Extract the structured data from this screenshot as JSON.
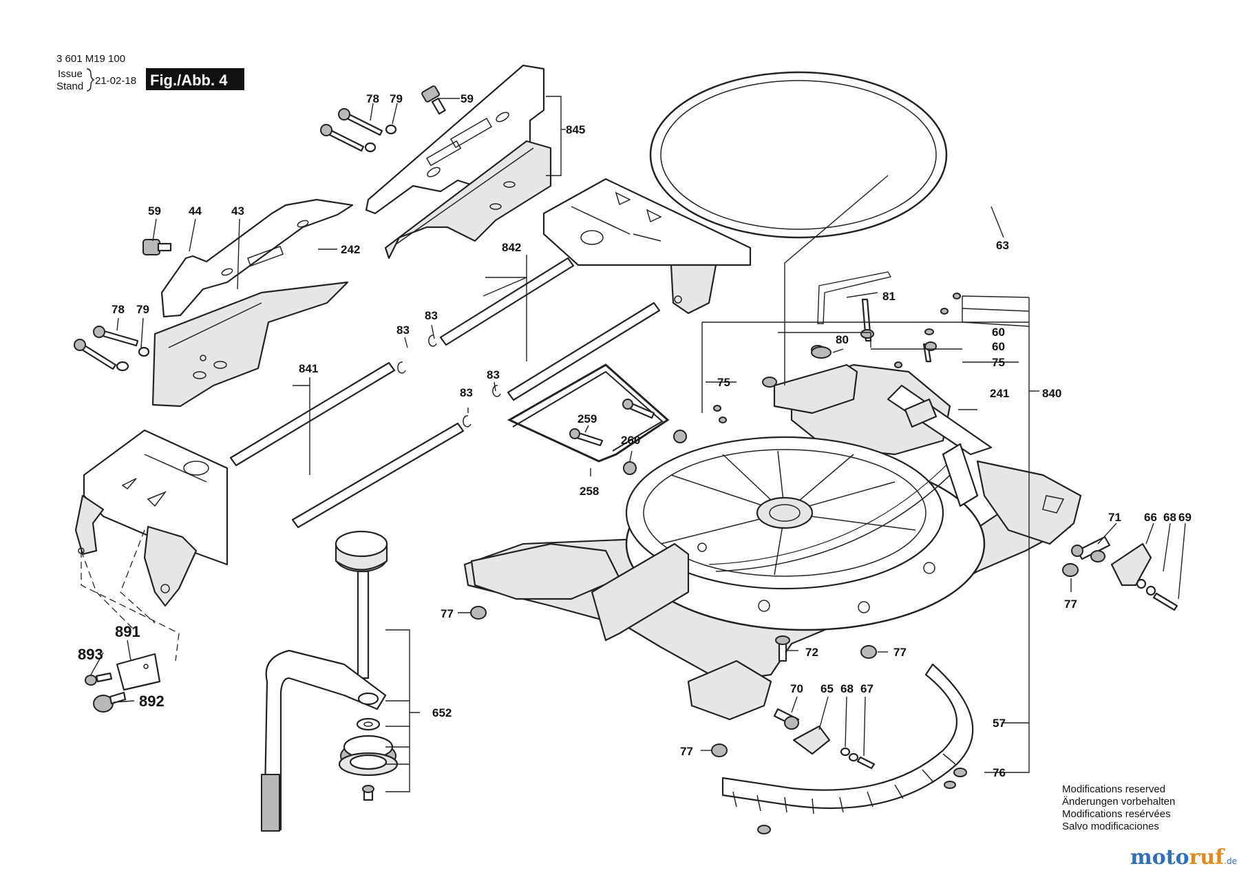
{
  "header": {
    "doc_number": "3 601 M19 100",
    "issue_label_1": "Issue",
    "issue_label_2": "Stand",
    "issue_date": "21-02-18",
    "figure": "Fig./Abb. 4"
  },
  "parts": {
    "p845": "845",
    "p78a": "78",
    "p79a": "79",
    "p59a": "59",
    "p59b": "59",
    "p44": "44",
    "p43": "43",
    "p242": "242",
    "p78b": "78",
    "p79b": "79",
    "p842": "842",
    "p63": "63",
    "p81": "81",
    "p83a": "83",
    "p83b": "83",
    "p83c": "83",
    "p83d": "83",
    "p841": "841",
    "p80": "80",
    "p60a": "60",
    "p60b": "60",
    "p75a": "75",
    "p75b": "75",
    "p241": "241",
    "p840": "840",
    "p259": "259",
    "p260": "260",
    "p258": "258",
    "p71": "71",
    "p66a": "66",
    "p68a": "68",
    "p69": "69",
    "p77a": "77",
    "p77b": "77",
    "p77c": "77",
    "p77d": "77",
    "p72": "72",
    "p891": "891",
    "p893": "893",
    "p892": "892",
    "p652": "652",
    "p70": "70",
    "p65": "65",
    "p68b": "68",
    "p67": "67",
    "p57": "57",
    "p76": "76"
  },
  "notes": {
    "line1": "Modifications reserved",
    "line2": "Änderungen vorbehalten",
    "line3": "Modifications resérvées",
    "line4": "Salvo modificaciones"
  },
  "watermark": {
    "brand_a": "moto",
    "brand_b": "ruf",
    "tld": ".de"
  },
  "colors": {
    "ink": "#222222",
    "watermark_blue": "#2e6fb7",
    "watermark_orange": "#e08a1e"
  }
}
